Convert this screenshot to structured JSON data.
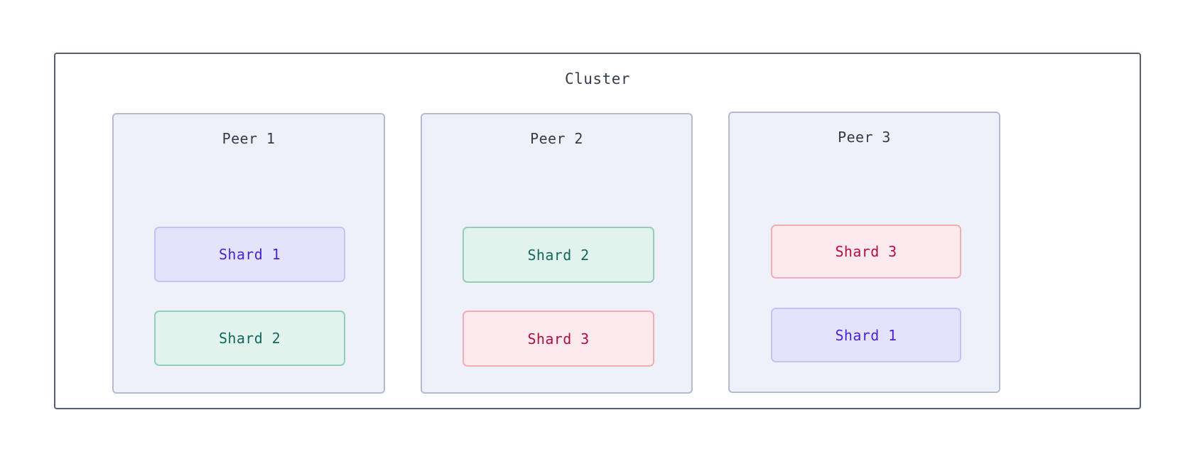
{
  "diagram": {
    "title": "Cluster",
    "background_color": "#ffffff",
    "cluster_border_color": "#555e70",
    "peer_fill_color": "#eef0fa",
    "peer_border_color": "#b4bad2",
    "peers": [
      {
        "label": "Peer 1",
        "shards": [
          {
            "label": "Shard 1",
            "theme": "purple",
            "fill": "#e3e3fb",
            "border": "#c4c3f4",
            "text": "#4b22d4"
          },
          {
            "label": "Shard 2",
            "theme": "green",
            "fill": "#e1f3ec",
            "border": "#91cfbb",
            "text": "#10695c"
          }
        ]
      },
      {
        "label": "Peer 2",
        "shards": [
          {
            "label": "Shard 2",
            "theme": "green",
            "fill": "#e1f3ec",
            "border": "#91cfbb",
            "text": "#10695c"
          },
          {
            "label": "Shard 3",
            "theme": "red",
            "fill": "#fceaee",
            "border": "#f2aeb6",
            "text": "#b40e40"
          }
        ]
      },
      {
        "label": "Peer 3",
        "shards": [
          {
            "label": "Shard 3",
            "theme": "red",
            "fill": "#fceaee",
            "border": "#f2aeb6",
            "text": "#b40e40"
          },
          {
            "label": "Shard 1",
            "theme": "purple",
            "fill": "#e3e3fb",
            "border": "#c4c3f4",
            "text": "#4b22d4"
          }
        ]
      }
    ]
  }
}
